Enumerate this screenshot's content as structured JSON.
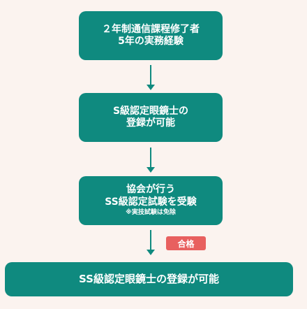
{
  "steps": [
    {
      "lines": [
        "２年制通信課程修了者",
        "5年の実務経験"
      ]
    },
    {
      "lines": [
        "S級認定眼鏡士の",
        "登録が可能"
      ]
    },
    {
      "lines": [
        "協会が行う",
        "SS級認定試験を受験"
      ],
      "note": "※実技試験は免除"
    }
  ],
  "result_badge": "合格",
  "final": "SS級認定眼鏡士の登録が可能",
  "colors": {
    "box": "#0f8a7f",
    "arrow": "#0f8a7f",
    "badge": "#e8605f",
    "background": "#fbf3ef"
  }
}
